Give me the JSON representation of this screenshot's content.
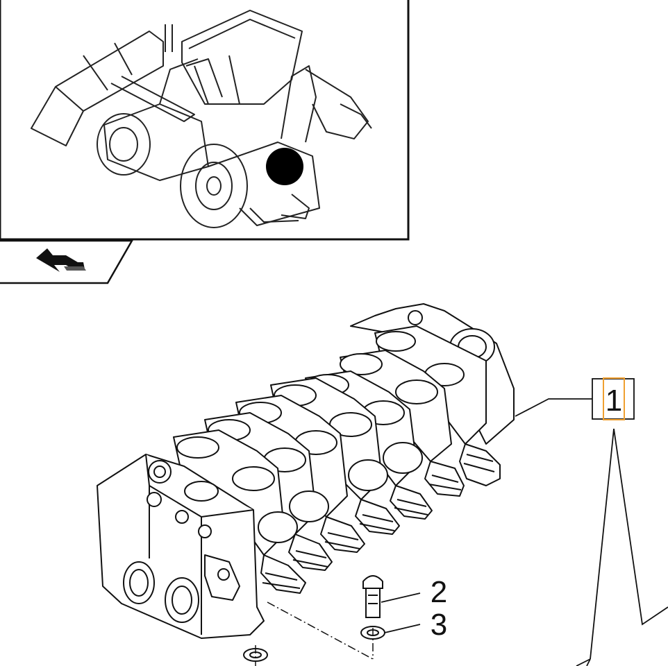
{
  "diagram": {
    "callouts": [
      {
        "id": "1",
        "label": "1",
        "highlighted": true
      },
      {
        "id": "2",
        "label": "2"
      },
      {
        "id": "3",
        "label": "3"
      }
    ],
    "icons": {
      "locator": "backhoe-loader-locator-icon",
      "marker": "location-dot-icon",
      "nav": "return-arrow-icon"
    },
    "colors": {
      "line": "#111111",
      "highlight": "#f0a030",
      "marker": "#000000"
    }
  }
}
